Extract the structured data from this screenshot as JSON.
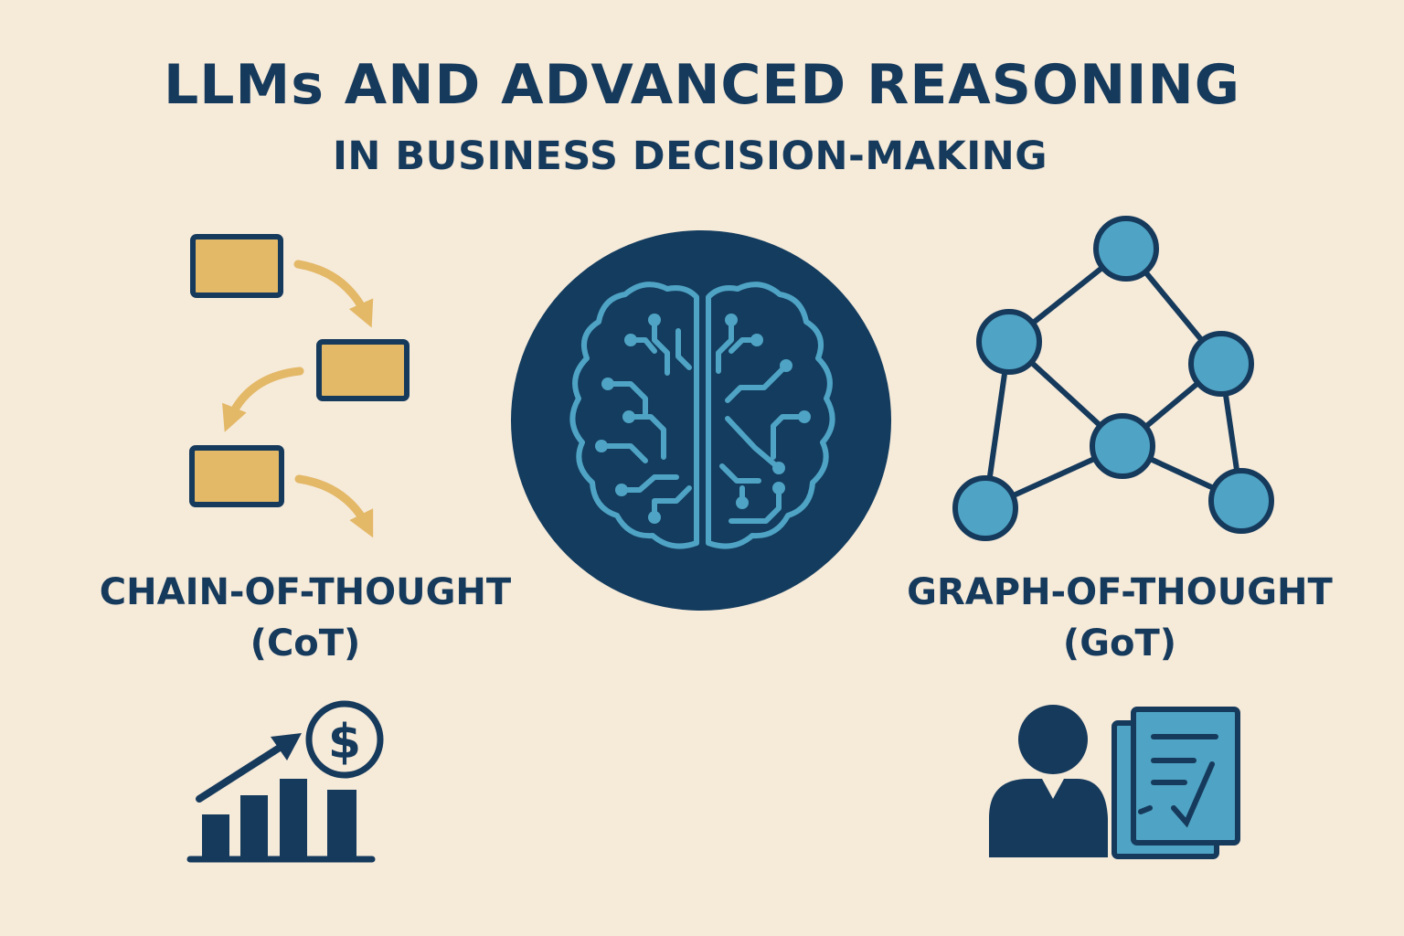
{
  "header": {
    "title": "LLMs AND ADVANCED REASONING",
    "subtitle": "IN BUSINESS DECISION-MAKING"
  },
  "cot": {
    "line1": "CHAIN-OF-THOUGHT",
    "line2": "(CoT)"
  },
  "got": {
    "line1": "GRAPH-OF-THOUGHT",
    "line2": "(GoT)"
  },
  "finance": {
    "currency_symbol": "$"
  },
  "icons": {
    "chain": "chain-of-thought-flow-icon",
    "brain": "circuit-brain-icon",
    "graph": "graph-network-icon",
    "growth": "growth-chart-dollar-icon",
    "report": "person-report-icon"
  },
  "colors": {
    "background": "#f6ead9",
    "navy": "#163a5c",
    "gold": "#e3b867",
    "teal": "#4fa3c4"
  }
}
